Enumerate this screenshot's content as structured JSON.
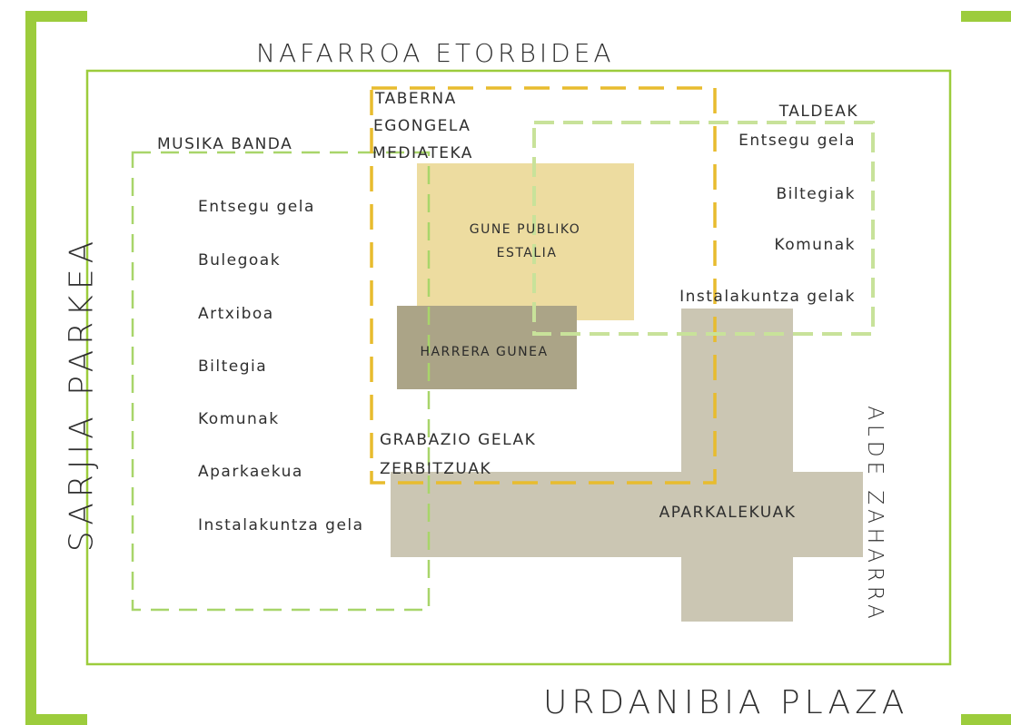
{
  "streets": {
    "north": "NAFARROA ETORBIDEA",
    "south": "URDANIBIA PLAZA",
    "west": "SARJIA PARKEA",
    "east": "ALDE ZAHARRA"
  },
  "zones": {
    "musika_banda": {
      "title": "MUSIKA BANDA",
      "items": [
        "Entsegu gela",
        "Bulegoak",
        "Artxiboa",
        "Biltegia",
        "Komunak",
        "Aparkaekua",
        "Instalakuntza gela"
      ]
    },
    "taberna": {
      "lines": [
        "TABERNA",
        "EGONGELA",
        "MEDIATEKA"
      ]
    },
    "taldeak": {
      "title": "TALDEAK",
      "items": [
        "Entsegu gela",
        "Biltegiak",
        "Komunak",
        "Instalakuntza gelak"
      ]
    },
    "gune_publiko": {
      "lines": [
        "GUNE PUBLIKO",
        "ESTALIA"
      ]
    },
    "harrera": {
      "label": "HARRERA GUNEA"
    },
    "grabazio": {
      "lines": [
        "GRABAZIO GELAK",
        "ZERBITZUAK"
      ]
    },
    "aparkalekuak": {
      "label": "APARKALEKUAK"
    }
  },
  "colors": {
    "frame_green": "#9ccc3c",
    "dash_green": "#a8d56a",
    "dash_light_green": "#c8e29a",
    "dash_yellow": "#e8bc2e",
    "gune_fill": "#eddca0",
    "harrera_fill": "#aba487",
    "parking_fill": "#cbc6b3"
  }
}
